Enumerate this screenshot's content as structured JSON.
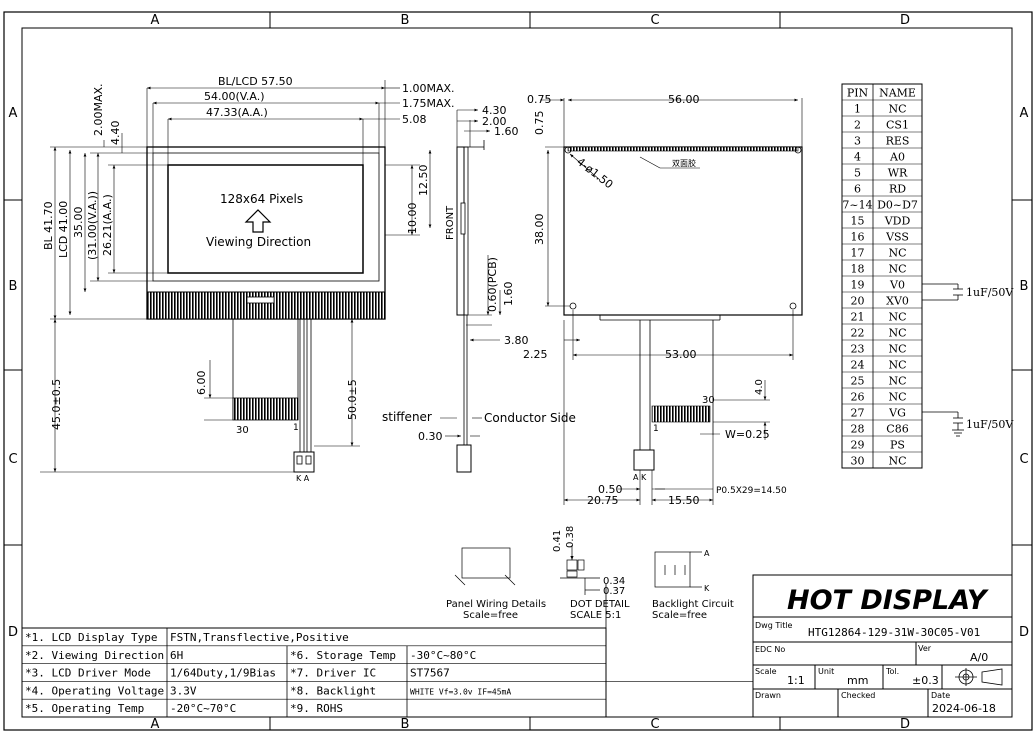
{
  "frame": {
    "col_labels": [
      "A",
      "B",
      "C",
      "D"
    ],
    "row_labels": [
      "A",
      "B",
      "C",
      "D"
    ]
  },
  "front_view": {
    "bl_lcd": "BL/LCD 57.50",
    "va_w": "54.00(V.A.)",
    "aa_w": "47.33(A.A.)",
    "max_1": "1.00MAX.",
    "max_175": "1.75MAX.",
    "d508": "5.08",
    "max_2": "2.00MAX.",
    "d440": "4.40",
    "bl_h": "BL 41.70",
    "lcd_h": "LCD 41.00",
    "d35": "35.00",
    "va_h": "(31.00(V.A.))",
    "aa_h": "26.21(A.A.)",
    "d1250": "12.50",
    "d1000": "10.00",
    "pixels": "128x64 Pixels",
    "viewing": "Viewing Direction",
    "d45": "45.0±0.5",
    "d6": "6.00",
    "d50": "50.0±5",
    "pin30": "30",
    "pin1": "1",
    "ka": "K A"
  },
  "side_view": {
    "d430": "4.30",
    "d200": "2.00",
    "d160": "1.60",
    "front": "FRONT",
    "pcb": "0.60(PCB)",
    "d160b": "1.60",
    "d380": "3.80",
    "stiffener": "stiffener",
    "conductor": "Conductor Side",
    "d030": "0.30"
  },
  "back_view": {
    "d075a": "0.75",
    "d075b": "0.75",
    "d56": "56.00",
    "holes": "4-ø1.50",
    "tape": "双面胶",
    "d38": "38.00",
    "d225": "2.25",
    "d53": "53.00",
    "pin30": "30",
    "pin1": "1",
    "d40": "4.0",
    "w": "W=0.25",
    "ak": "A K",
    "d050": "0.50",
    "pitch": "P0.5X29=14.50",
    "d2075": "20.75",
    "d1550": "15.50"
  },
  "pin_table": {
    "headers": [
      "PIN",
      "NAME"
    ],
    "rows": [
      [
        "1",
        "NC"
      ],
      [
        "2",
        "CS1"
      ],
      [
        "3",
        "RES"
      ],
      [
        "4",
        "A0"
      ],
      [
        "5",
        "WR"
      ],
      [
        "6",
        "RD"
      ],
      [
        "7~14",
        "D0~D7"
      ],
      [
        "15",
        "VDD"
      ],
      [
        "16",
        "VSS"
      ],
      [
        "17",
        "NC"
      ],
      [
        "18",
        "NC"
      ],
      [
        "19",
        "V0"
      ],
      [
        "20",
        "XV0"
      ],
      [
        "21",
        "NC"
      ],
      [
        "22",
        "NC"
      ],
      [
        "23",
        "NC"
      ],
      [
        "24",
        "NC"
      ],
      [
        "25",
        "NC"
      ],
      [
        "26",
        "NC"
      ],
      [
        "27",
        "VG"
      ],
      [
        "28",
        "C86"
      ],
      [
        "29",
        "PS"
      ],
      [
        "30",
        "NC"
      ]
    ],
    "cap1": "1uF/50V",
    "cap2": "1uF/50V"
  },
  "details": {
    "panel_wiring": "Panel Wiring Details",
    "panel_scale": "Scale=free",
    "dot_detail": "DOT DETAIL",
    "dot_scale": "SCALE 5:1",
    "backlight": "Backlight Circuit",
    "bl_scale": "Scale=free",
    "d041": "0.41",
    "d038": "0.38",
    "d034": "0.34",
    "d037": "0.37",
    "a": "A",
    "k": "K"
  },
  "specs": {
    "rows": [
      {
        "l1": "*1. LCD Display Type",
        "v1": "FSTN,Transflective,Positive",
        "l2": "",
        "v2": ""
      },
      {
        "l1": "*2. Viewing Direction",
        "v1": "6H",
        "l2": "*6. Storage Temp",
        "v2": "-30°C~80°C"
      },
      {
        "l1": "*3. LCD Driver Mode",
        "v1": "1/64Duty,1/9Bias",
        "l2": "*7. Driver IC",
        "v2": "ST7567"
      },
      {
        "l1": "*4. Operating Voltage",
        "v1": "3.3V",
        "l2": "*8. Backlight",
        "v2": "WHITE Vf=3.0v IF=45mA"
      },
      {
        "l1": "*5. Operating Temp",
        "v1": "-20°C~70°C",
        "l2": "*9. ROHS",
        "v2": ""
      }
    ]
  },
  "title_block": {
    "brand": "HOT DISPLAY",
    "dwg_title_label": "Dwg Title",
    "dwg_title": "HTG12864-129-31W-30C05-V01",
    "edc_label": "EDC No",
    "ver_label": "Ver",
    "ver": "A/0",
    "scale_label": "Scale",
    "scale": "1:1",
    "unit_label": "Unit",
    "unit": "mm",
    "tol_label": "Tol.",
    "tol": "±0.3",
    "drawn_label": "Drawn",
    "checked_label": "Checked",
    "date_label": "Date",
    "date": "2024-06-18"
  }
}
